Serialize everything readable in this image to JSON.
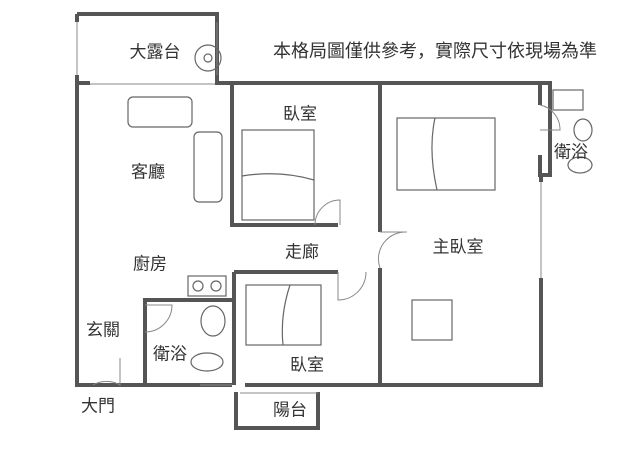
{
  "title_note": "本格局圖僅供參考，實際尺寸依現場為準",
  "rooms": {
    "terrace": "大露台",
    "living_room": "客廳",
    "bedroom_1": "臥室",
    "master_bath": "衛浴",
    "corridor": "走廊",
    "master_bedroom": "主臥室",
    "kitchen": "廚房",
    "entrance": "玄關",
    "bathroom": "衛浴",
    "bedroom_2": "臥室",
    "main_door": "大門",
    "balcony": "陽台"
  },
  "colors": {
    "wall": "#555555",
    "line": "#666666"
  }
}
